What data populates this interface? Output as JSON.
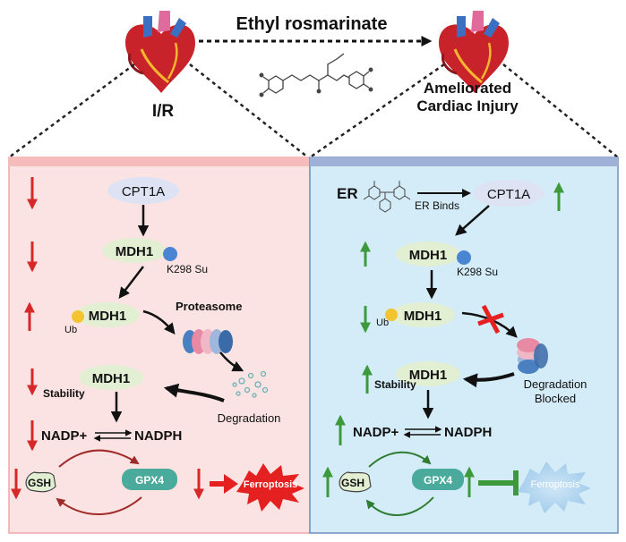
{
  "top": {
    "compound": "Ethyl rosmarinate",
    "left_condition": "I/R",
    "right_condition_line1": "Ameliorated",
    "right_condition_line2": "Cardiac Injury"
  },
  "left_panel": {
    "cpt1a": "CPT1A",
    "mdh1_1": "MDH1",
    "k298": "K298 Su",
    "mdh1_2": "MDH1",
    "ub": "Ub",
    "proteasome": "Proteasome",
    "mdh1_3": "MDH1",
    "stability": "Stability",
    "degradation": "Degradation",
    "nadp": "NADP+",
    "nadph": "NADPH",
    "gsh": "GSH",
    "gpx4": "GPX4",
    "ferroptosis": "Ferroptosis"
  },
  "right_panel": {
    "er": "ER",
    "er_binds": "ER Binds",
    "cpt1a": "CPT1A",
    "mdh1_1": "MDH1",
    "k298": "K298 Su",
    "mdh1_2": "MDH1",
    "ub": "Ub",
    "mdh1_3": "MDH1",
    "stability": "Stability",
    "degradation_line1": "Degradation",
    "degradation_line2": "Blocked",
    "nadp": "NADP+",
    "nadph": "NADPH",
    "gsh": "GSH",
    "gpx4": "GPX4",
    "ferroptosis": "Ferroptosis"
  },
  "colors": {
    "left_bg": "#fbe3e3",
    "right_bg": "#d4ecf7",
    "down_arrow": "#d62828",
    "up_arrow": "#3c9a3c",
    "node_green": "#e3efd2",
    "node_blue": "#dde3f3",
    "gpx4": "#4aaa9c",
    "ferroptosis": "#e52020"
  }
}
